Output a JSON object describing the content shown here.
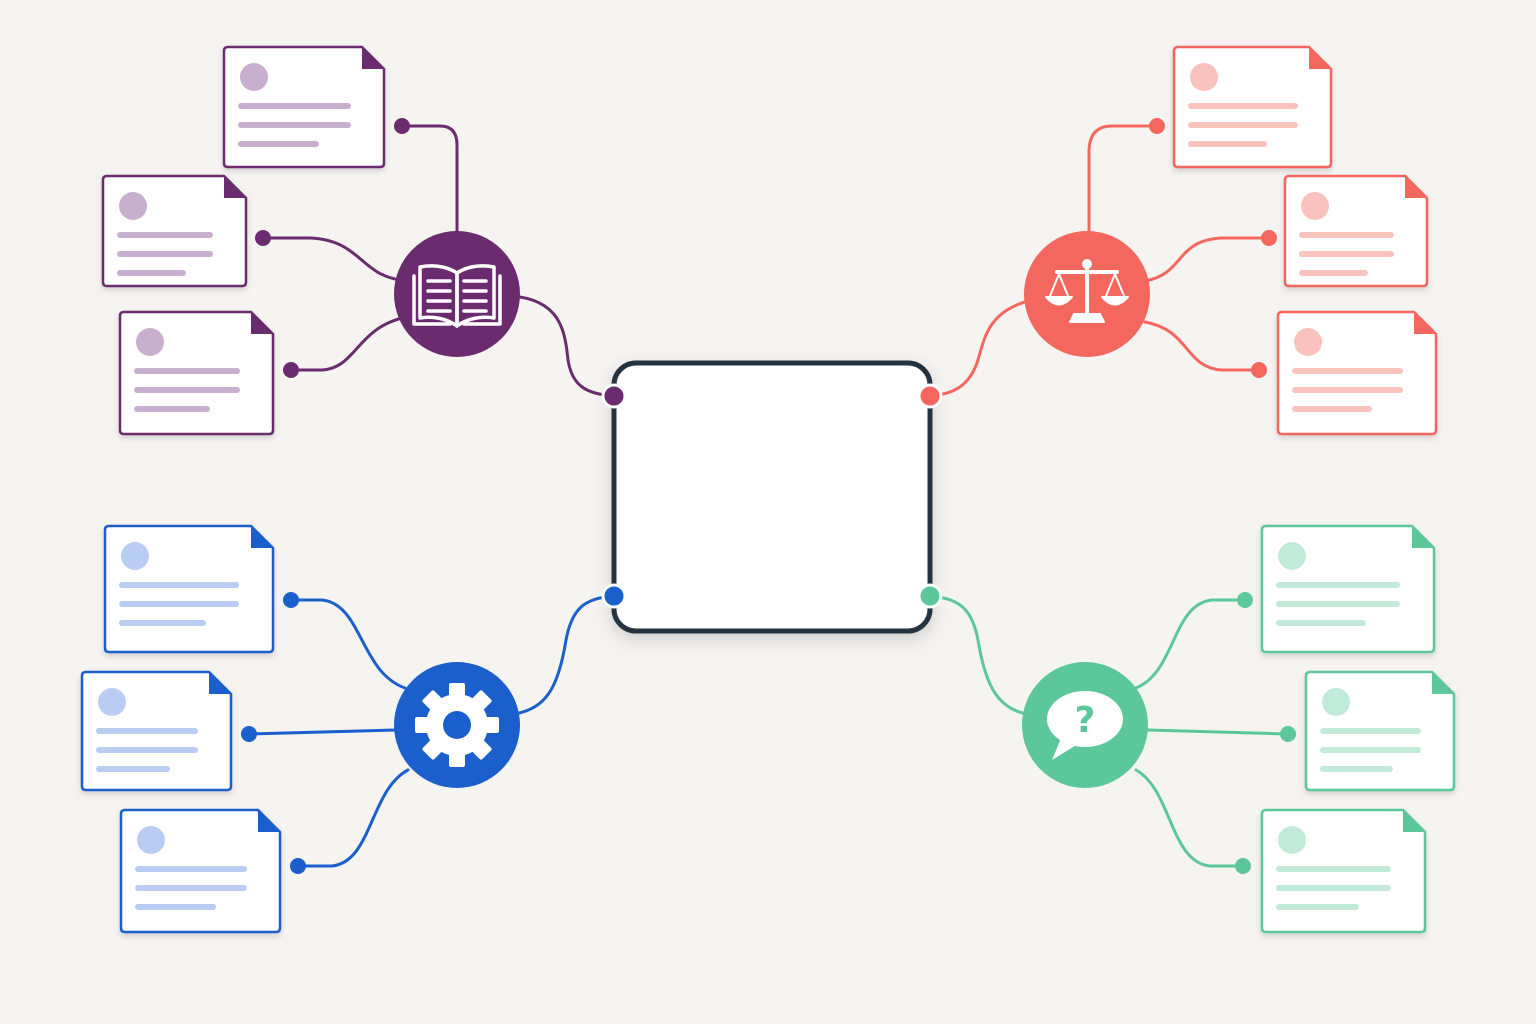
{
  "colors": {
    "background": "#f6f4f1",
    "center_border": "#253240",
    "purple": "#6a2c6e",
    "coral": "#f4675f",
    "blue": "#1a5fcc",
    "green": "#5cc79b"
  },
  "center": {
    "label": ""
  },
  "branches": [
    {
      "id": "knowledge",
      "icon": "open-book-icon",
      "color": "#6a2c6e",
      "card_fill_tint": "#c9afcf",
      "cards": [
        {
          "title": ""
        },
        {
          "title": ""
        },
        {
          "title": ""
        }
      ]
    },
    {
      "id": "ethics",
      "icon": "balance-scale-icon",
      "color": "#f4675f",
      "card_fill_tint": "#f9c2bd",
      "cards": [
        {
          "title": ""
        },
        {
          "title": ""
        },
        {
          "title": ""
        }
      ]
    },
    {
      "id": "process",
      "icon": "gear-icon",
      "color": "#1a5fcc",
      "card_fill_tint": "#b9cdf2",
      "cards": [
        {
          "title": ""
        },
        {
          "title": ""
        },
        {
          "title": ""
        }
      ]
    },
    {
      "id": "questions",
      "icon": "question-speech-bubble-icon",
      "color": "#5cc79b",
      "card_fill_tint": "#c2ead8",
      "cards": [
        {
          "title": ""
        },
        {
          "title": ""
        },
        {
          "title": ""
        }
      ]
    }
  ]
}
